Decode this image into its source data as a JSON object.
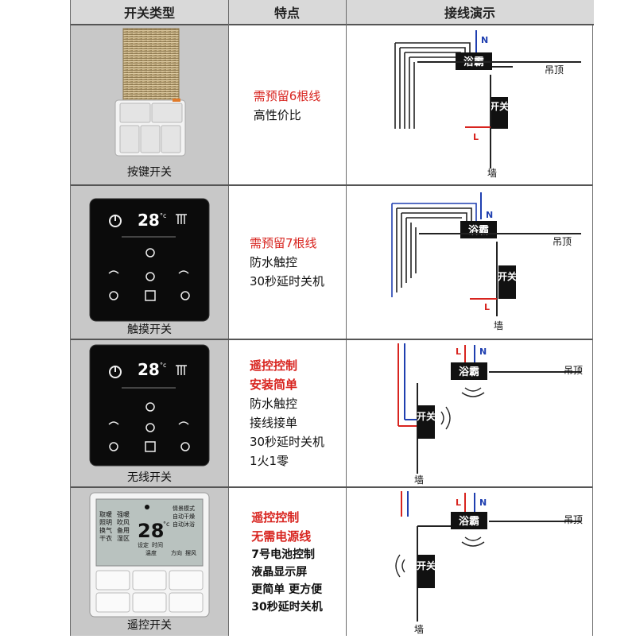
{
  "headers": [
    "开关类型",
    "特点",
    "接线演示"
  ],
  "rows": [
    {
      "type_label": "按键开关",
      "features": [
        {
          "text": "需预留6根线",
          "red": true,
          "bold": false
        },
        {
          "text": "高性价比",
          "red": false,
          "bold": false
        }
      ],
      "diagram": {
        "switch": "开关",
        "heater": "浴霸",
        "ceiling": "吊顶",
        "wall": "墙",
        "n": "N",
        "l": "L"
      }
    },
    {
      "type_label": "触摸开关",
      "features": [
        {
          "text": "需预留7根线",
          "red": true,
          "bold": false
        },
        {
          "text": "防水触控",
          "red": false,
          "bold": false
        },
        {
          "text": "30秒延时关机",
          "red": false,
          "bold": false
        }
      ],
      "diagram": {
        "switch": "开关",
        "heater": "浴霸",
        "ceiling": "吊顶",
        "wall": "墙",
        "n": "N",
        "l": "L"
      }
    },
    {
      "type_label": "无线开关",
      "features": [
        {
          "text": "遥控控制",
          "red": true,
          "bold": true
        },
        {
          "text": "安装简单",
          "red": true,
          "bold": true
        },
        {
          "text": "防水触控",
          "red": false,
          "bold": false
        },
        {
          "text": "接线接单",
          "red": false,
          "bold": false
        },
        {
          "text": "30秒延时关机",
          "red": false,
          "bold": false
        },
        {
          "text": "1火1零",
          "red": false,
          "bold": false
        }
      ],
      "diagram": {
        "switch": "开关",
        "heater": "浴霸",
        "ceiling": "吊顶",
        "wall": "墙",
        "n": "N",
        "l": "L"
      }
    },
    {
      "type_label": "遥控开关",
      "features": [
        {
          "text": "遥控控制",
          "red": true,
          "bold": true
        },
        {
          "text": "无需电源线",
          "red": true,
          "bold": true
        },
        {
          "text": "7号电池控制",
          "red": false,
          "bold": true
        },
        {
          "text": "液晶显示屏",
          "red": false,
          "bold": true
        },
        {
          "text": "更简单 更方便",
          "red": false,
          "bold": true
        },
        {
          "text": "30秒延时关机",
          "red": false,
          "bold": true
        }
      ],
      "diagram": {
        "switch": "开关",
        "heater": "浴霸",
        "ceiling": "吊顶",
        "wall": "墙",
        "n": "N",
        "l": "L"
      }
    }
  ],
  "panel": {
    "temp": "28",
    "unit": "°c",
    "lcd_left": [
      "取暖",
      "照明",
      "换气",
      "干衣"
    ],
    "lcd_mid": [
      "强暖",
      "吹风",
      "备用",
      "湿区"
    ],
    "lcd_right": [
      "情景模式",
      "自动干燥",
      "自动沐浴"
    ],
    "lcd_bottom": [
      "设定",
      "时间",
      "温度",
      "方向",
      "摆风"
    ]
  },
  "colors": {
    "red": "#d8241f",
    "blue": "#1f3fb0",
    "header_bg": "#d9d9d9",
    "image_bg": "#c8c8c8"
  }
}
